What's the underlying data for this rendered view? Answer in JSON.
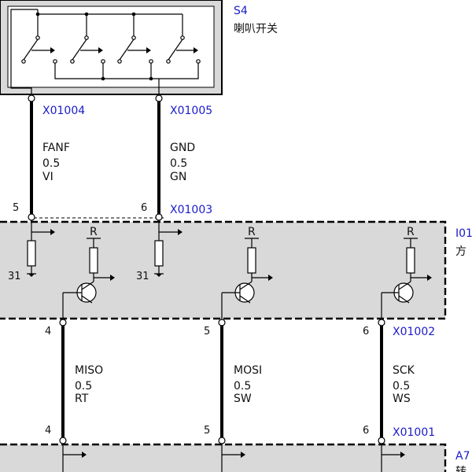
{
  "switch": {
    "id": "S4",
    "name": "喇叭开关"
  },
  "connectors": {
    "top_left": "X01004",
    "top_right": "X01005",
    "mid": "X01003",
    "lower_mid": "X01002",
    "bottom": "X01001"
  },
  "modules": {
    "middle": {
      "id": "I01",
      "name": "方"
    },
    "bottom": {
      "id": "A7",
      "name": "转"
    }
  },
  "wires_upper": [
    {
      "signal": "FANF",
      "size": "0.5",
      "color": "VI",
      "pin": "5"
    },
    {
      "signal": "GND",
      "size": "0.5",
      "color": "GN",
      "pin": "6"
    }
  ],
  "wires_lower": [
    {
      "signal": "MISO",
      "size": "0.5",
      "color": "RT",
      "pin": "4"
    },
    {
      "signal": "MOSI",
      "size": "0.5",
      "color": "SW",
      "pin": "5"
    },
    {
      "signal": "SCK",
      "size": "0.5",
      "color": "WS",
      "pin": "6"
    }
  ],
  "labels": {
    "resistor_ref": "R",
    "ground_ref": "31"
  }
}
